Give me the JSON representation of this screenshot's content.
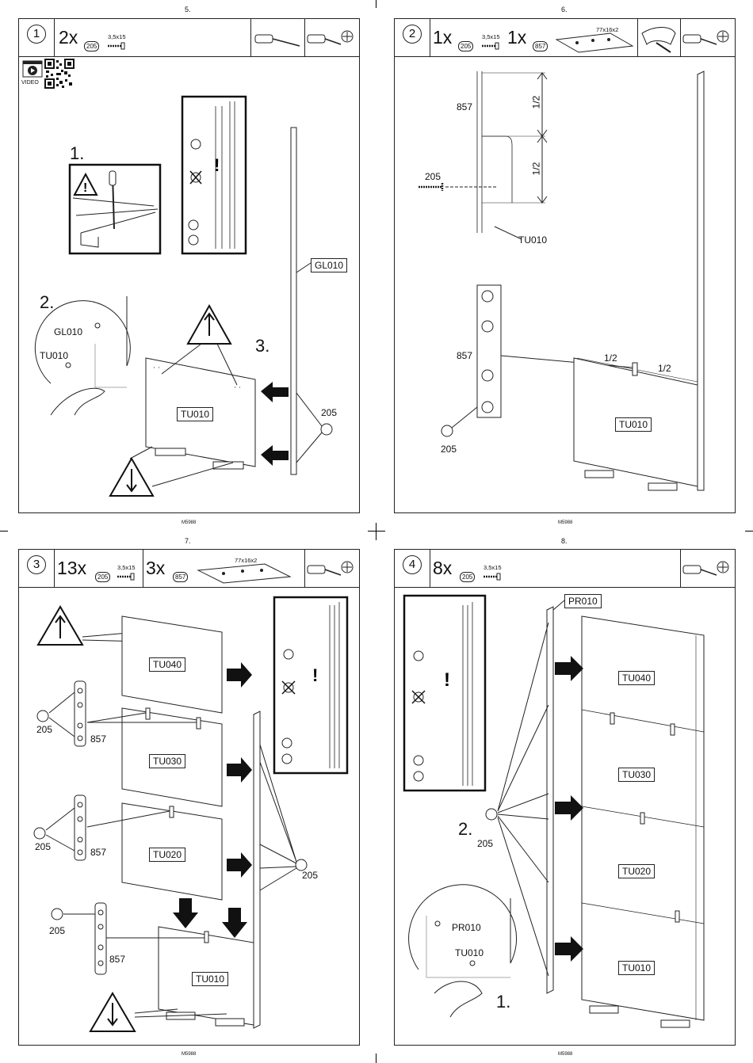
{
  "pages": [
    {
      "number": "5.",
      "footer": "M5988",
      "step": "1"
    },
    {
      "number": "6.",
      "footer": "M5988",
      "step": "2"
    },
    {
      "number": "7.",
      "footer": "M5988",
      "step": "3"
    },
    {
      "number": "8.",
      "footer": "M5988",
      "step": "4"
    }
  ],
  "p1": {
    "qty": "2x",
    "part": "205",
    "spec": "3,5x15",
    "video": "VIDEO",
    "s1": "1.",
    "s2": "2.",
    "s3": "3.",
    "gl": "GL010",
    "tu": "TU010",
    "screw": "205",
    "zoom_gl": "GL010",
    "zoom_tu": "TU010"
  },
  "p2": {
    "qty1": "1x",
    "part1": "205",
    "spec1": "3,5x15",
    "qty2": "1x",
    "part2": "857",
    "spec2": "77x16x2",
    "l857a": "857",
    "l205a": "205",
    "tua": "TU010",
    "half1": "1/2",
    "half2": "1/2",
    "l857b": "857",
    "l205b": "205",
    "half3": "1/2",
    "half4": "1/2",
    "tub": "TU010"
  },
  "p3": {
    "qty1": "13x",
    "part1": "205",
    "spec1": "3,5x15",
    "qty2": "3x",
    "part2": "857",
    "spec2": "77x16x2",
    "tu040": "TU040",
    "tu030": "TU030",
    "tu020": "TU020",
    "tu010": "TU010",
    "s205a": "205",
    "s857a": "857",
    "s205b": "205",
    "s857b": "857",
    "s205c": "205",
    "s857c": "857",
    "s205d": "205"
  },
  "p4": {
    "qty": "8x",
    "part": "205",
    "spec": "3,5x15",
    "pr": "PR010",
    "tu040": "TU040",
    "tu030": "TU030",
    "tu020": "TU020",
    "tu010": "TU010",
    "s1": "1.",
    "s2": "2.",
    "screw": "205",
    "zoom_pr": "PR010",
    "zoom_tu": "TU010"
  }
}
